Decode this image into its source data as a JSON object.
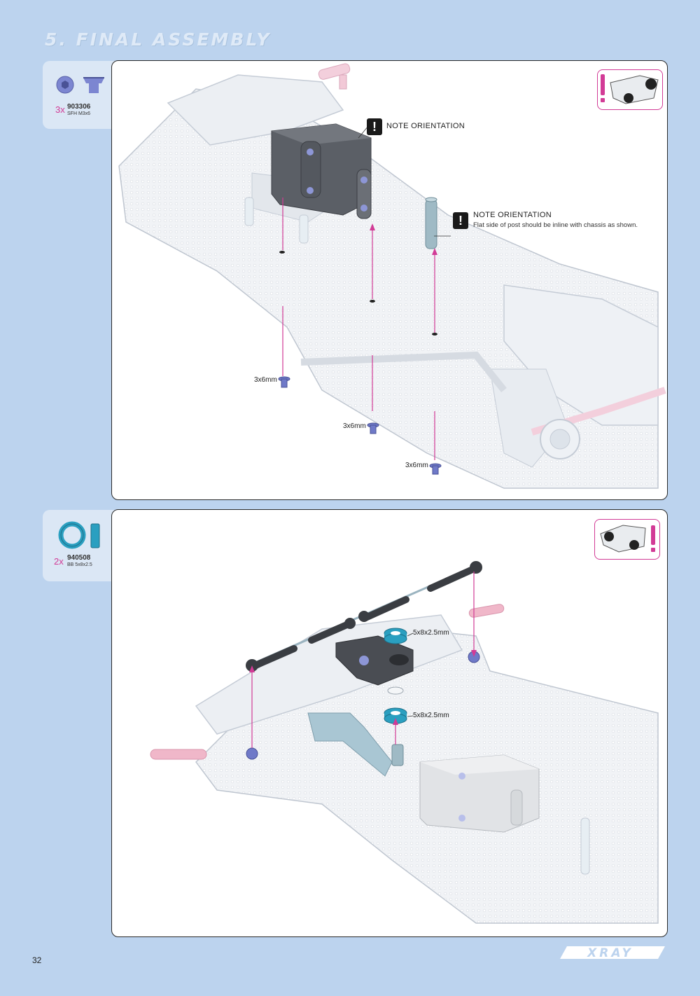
{
  "header": {
    "section_title": "5. FINAL ASSEMBLY"
  },
  "step1": {
    "part": {
      "qty": "3x",
      "code": "903306",
      "desc": "SFH M3x6",
      "icon": "flat-head-screw-icon"
    },
    "note1": "NOTE ORIENTATION",
    "note2_title": "NOTE ORIENTATION",
    "note2_sub": "Flat side of post should be inline with chassis as shown.",
    "screw_labels": [
      "3x6mm",
      "3x6mm",
      "3x6mm"
    ]
  },
  "step2": {
    "part": {
      "qty": "2x",
      "code": "940508",
      "desc": "BB 5x8x2.5",
      "icon": "ball-bearing-icon"
    },
    "bearing_labels": [
      "5x8x2.5mm",
      "5x8x2.5mm"
    ]
  },
  "footer": {
    "page_number": "32",
    "brand": "XRAY"
  },
  "colors": {
    "accent": "#d23b96",
    "background": "#bcd3ee",
    "screw": "#6f79c8",
    "bearing": "#2a9fc0"
  }
}
